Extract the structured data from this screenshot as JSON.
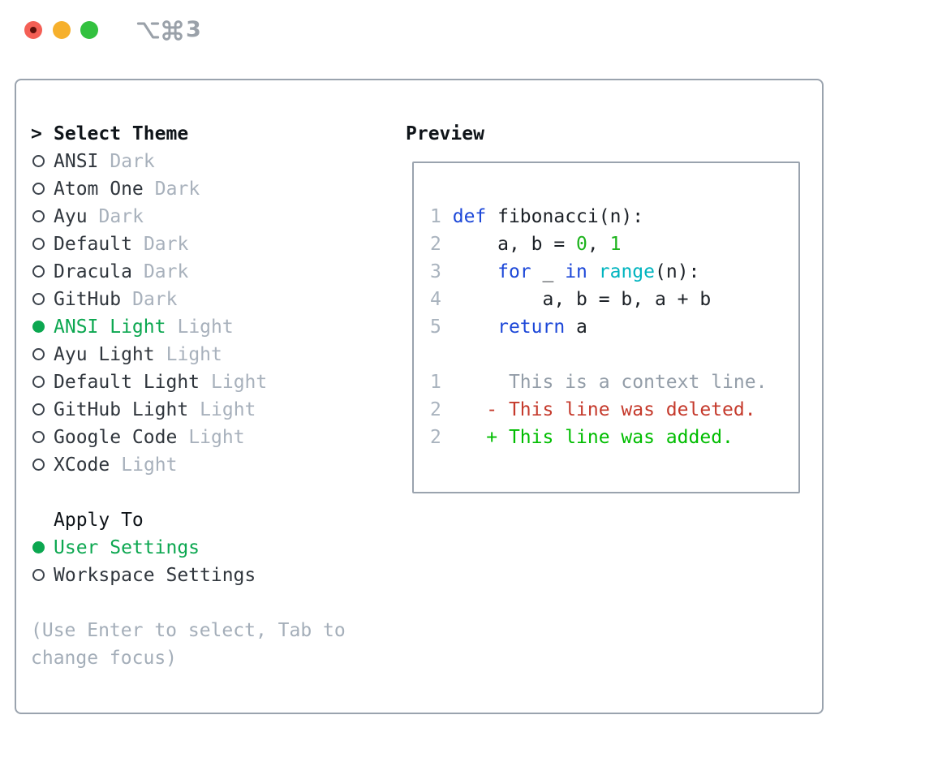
{
  "titlebar": {
    "shortcut": "⌥⌘3",
    "shortcut_number": "3",
    "buttons": [
      "close",
      "minimize",
      "zoom"
    ]
  },
  "theme_list": {
    "header_prefix": ">",
    "header": "Select Theme",
    "items": [
      {
        "name": "ANSI",
        "variant": "Dark",
        "selected": false
      },
      {
        "name": "Atom One",
        "variant": "Dark",
        "selected": false
      },
      {
        "name": "Ayu",
        "variant": "Dark",
        "selected": false
      },
      {
        "name": "Default",
        "variant": "Dark",
        "selected": false
      },
      {
        "name": "Dracula",
        "variant": "Dark",
        "selected": false
      },
      {
        "name": "GitHub",
        "variant": "Dark",
        "selected": false
      },
      {
        "name": "ANSI Light",
        "variant": "Light",
        "selected": true
      },
      {
        "name": "Ayu Light",
        "variant": "Light",
        "selected": false
      },
      {
        "name": "Default Light",
        "variant": "Light",
        "selected": false
      },
      {
        "name": "GitHub Light",
        "variant": "Light",
        "selected": false
      },
      {
        "name": "Google Code",
        "variant": "Light",
        "selected": false
      },
      {
        "name": "XCode",
        "variant": "Light",
        "selected": false
      }
    ]
  },
  "apply_to": {
    "header": "Apply To",
    "options": [
      {
        "label": "User Settings",
        "selected": true
      },
      {
        "label": "Workspace Settings",
        "selected": false
      }
    ]
  },
  "help": {
    "line1": "(Use Enter to select, Tab to",
    "line2": "change focus)"
  },
  "preview": {
    "title": "Preview",
    "code": [
      {
        "num": "1",
        "segs": [
          {
            "t": " "
          },
          {
            "t": "def",
            "c": "keyword"
          },
          {
            "t": " fibonacci(n):"
          }
        ]
      },
      {
        "num": "2",
        "segs": [
          {
            "t": "     a, b = "
          },
          {
            "t": "0",
            "c": "number"
          },
          {
            "t": ", "
          },
          {
            "t": "1",
            "c": "number"
          }
        ]
      },
      {
        "num": "3",
        "segs": [
          {
            "t": "     "
          },
          {
            "t": "for",
            "c": "keyword"
          },
          {
            "t": " _ "
          },
          {
            "t": "in",
            "c": "keyword"
          },
          {
            "t": " "
          },
          {
            "t": "range",
            "c": "builtin"
          },
          {
            "t": "(n):"
          }
        ]
      },
      {
        "num": "4",
        "segs": [
          {
            "t": "         a, b = b, a + b"
          }
        ]
      },
      {
        "num": "5",
        "segs": [
          {
            "t": "     "
          },
          {
            "t": "return",
            "c": "keyword"
          },
          {
            "t": " a"
          }
        ]
      }
    ],
    "diff": [
      {
        "num": "1",
        "segs": [
          {
            "t": "      This is a context line.",
            "c": "context"
          }
        ]
      },
      {
        "num": "2",
        "segs": [
          {
            "t": "    "
          },
          {
            "t": "- This line was deleted.",
            "c": "deleted"
          }
        ]
      },
      {
        "num": "2",
        "segs": [
          {
            "t": "    "
          },
          {
            "t": "+ This line was added.",
            "c": "added"
          }
        ]
      }
    ]
  },
  "colors": {
    "accent_green": "#0ca750",
    "keyword_blue": "#1c47d8",
    "builtin_cyan": "#00b4bf",
    "number_green": "#1db31d",
    "added_green": "#00bd00",
    "deleted_red": "#c53a2c",
    "muted_gray": "#a8b1bc",
    "border_gray": "#9aa3ae"
  }
}
